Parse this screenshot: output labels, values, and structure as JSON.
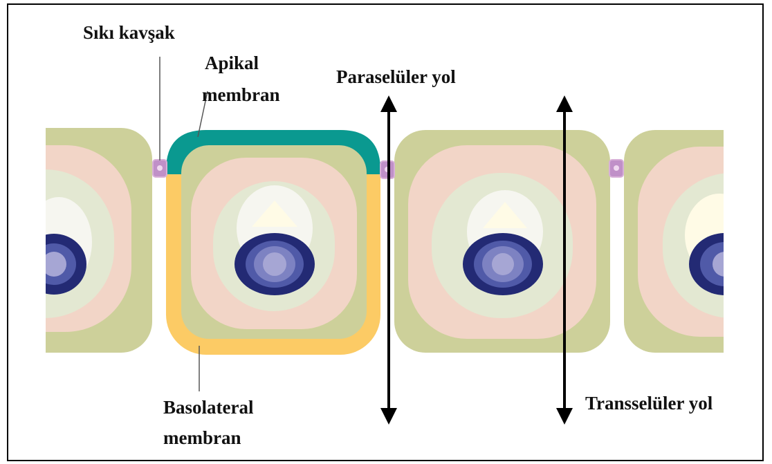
{
  "labels": {
    "tight_junction": "Sıkı kavşak",
    "apical_line1": "Apikal",
    "apical_line2": "membran",
    "paracellular": "Paraselüler yol",
    "basolateral_line1": "Basolateral",
    "basolateral_line2": "membran",
    "transcellular": "Transselüler yol"
  },
  "colors": {
    "cell_outer": "#cdd09a",
    "cell_ring_pink": "#f2d5c7",
    "cell_ring_green": "#e3e8d2",
    "cell_glow": "#f6f6f0",
    "cell_glow_yellow": "#fffbe6",
    "nucleus_outer": "#232a74",
    "nucleus_mid": "#505aa8",
    "nucleus_inner": "#7d82c2",
    "nucleolus": "#a6a6d4",
    "apical_membrane": "#0a9990",
    "basolateral_membrane": "#fccb65",
    "tight_junction": "#c090c8",
    "arrow": "#000000"
  }
}
